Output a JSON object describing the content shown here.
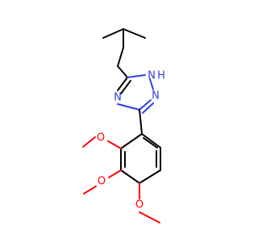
{
  "molecule": {
    "atoms": {
      "n1": {
        "symbol": "N",
        "color": "#2c3ee8"
      },
      "nh": {
        "symbol": "N",
        "color": "#2c3ee8"
      },
      "h": {
        "symbol": "H",
        "color": "#2c3ee8"
      },
      "n2": {
        "symbol": "N",
        "color": "#2c3ee8"
      },
      "o1": {
        "symbol": "O",
        "color": "#ff0000"
      },
      "o2": {
        "symbol": "O",
        "color": "#ff0000"
      },
      "o3": {
        "symbol": "O",
        "color": "#ff0000"
      }
    },
    "bond_color": "#000000"
  }
}
